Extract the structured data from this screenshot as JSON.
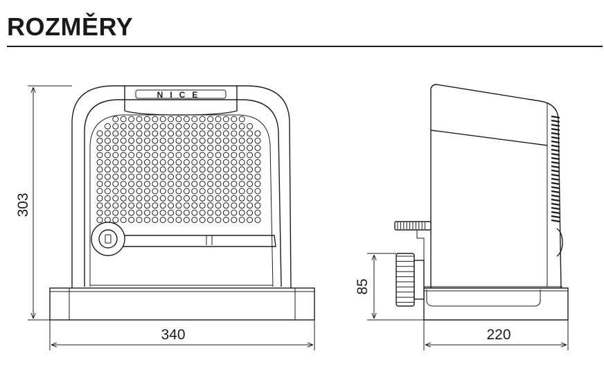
{
  "header": {
    "title": "ROZMĚRY"
  },
  "dimensions": {
    "front_height": "303",
    "front_width": "340",
    "side_base_height": "85",
    "side_width": "220"
  },
  "logo": {
    "text": "NICE"
  },
  "colors": {
    "ink": "#1a1a1a",
    "background": "#ffffff"
  }
}
